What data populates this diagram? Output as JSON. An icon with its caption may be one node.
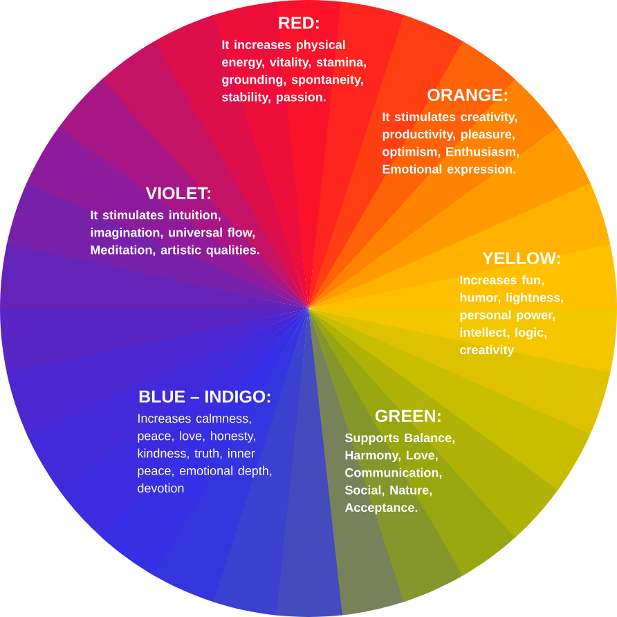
{
  "diagram": {
    "nodes": [
      {
        "text": [
          "RED:",
          "It increases physical energy, vitality, stamina, grounding, spontaneity, stability, passion."
        ]
      },
      {
        "text": [
          "ORANGE:",
          "It stimulates creativity, productivity, pleasure, optimism, Enthusiasm, Emotional expression."
        ]
      },
      {
        "text": [
          "VIOLET:",
          "It stimulates intuition, imagination, universal flow, Meditation, artistic qualities."
        ]
      },
      {
        "text": [
          "YELLOW:",
          "Increases fun, humor, lightness, personal power, intellect, logic, creativity"
        ]
      },
      {
        "text": [
          "BLUE – INDIGO:",
          "Increases calmness, peace, love, honesty, kindness, truth, inner peace, emotional depth, devotion"
        ]
      },
      {
        "text": [
          "GREEN:",
          "Supports Balance, Harmony, Love, Communication, Social, Nature, Acceptance."
        ]
      }
    ]
  }
}
